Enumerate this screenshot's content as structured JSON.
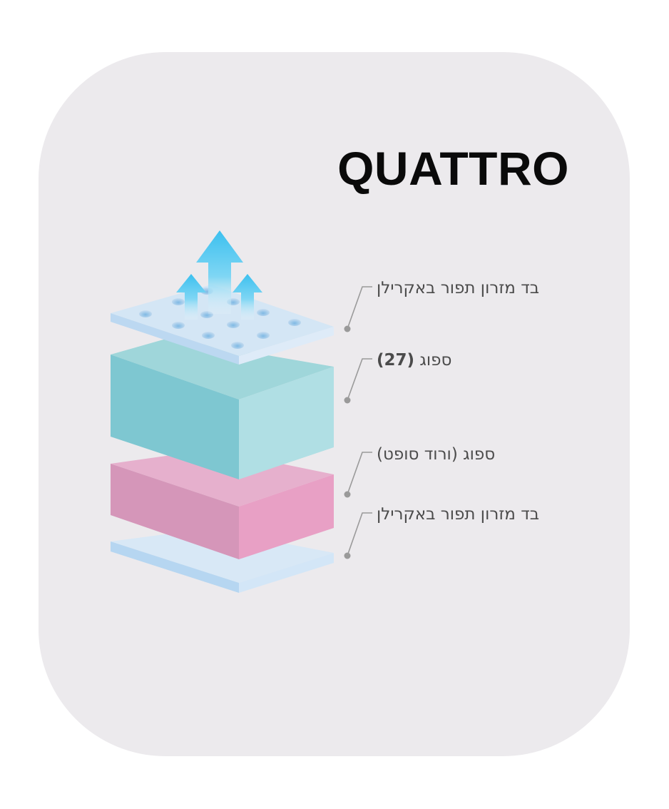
{
  "title": "QUATTRO",
  "layers": [
    {
      "label": "בד מזרון  תפור באקרילן",
      "color": "#cfe2f3"
    },
    {
      "label_prefix": "ספוג",
      "label_bold": "(27)",
      "color": "#8fd0d6"
    },
    {
      "label": "ספוג (ורוד סופט)",
      "color": "#e5a4c8"
    },
    {
      "label": "בד מזרון  תפור באקרילן",
      "color": "#cfe2f3"
    }
  ],
  "colors": {
    "card_background": "#eceaed",
    "arrow": "#3fc3ee",
    "leader_line": "#9a9a9a"
  }
}
